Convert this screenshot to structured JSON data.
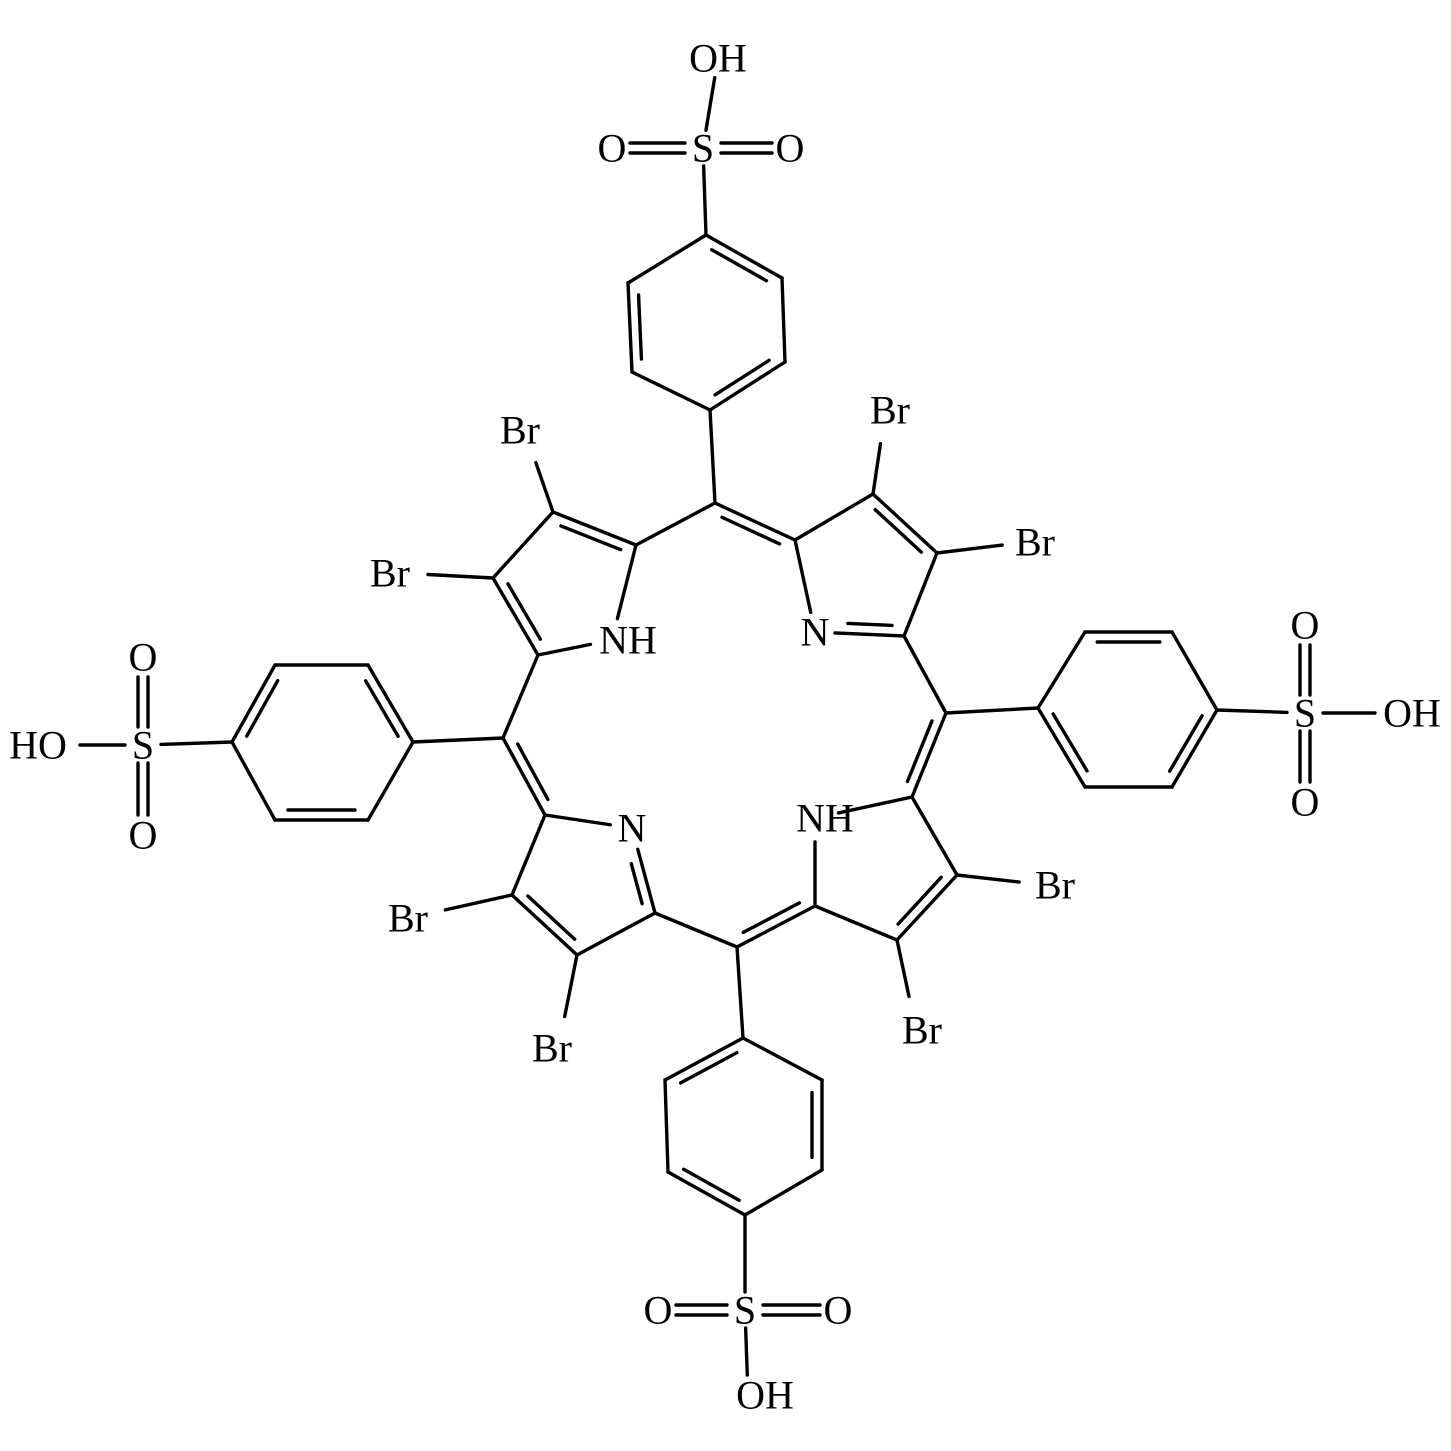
{
  "title": "5,10,15,20-tetrakis(4-sulfonatophenyl)-octabromoporphyrin structure",
  "labels": {
    "oh_top": "OH",
    "s_top": "S",
    "o_top_left": "O",
    "o_top_right": "O",
    "oh_right": "OH",
    "s_right": "S",
    "o_right_top": "O",
    "o_right_bottom": "O",
    "oh_bottom": "OH",
    "s_bottom": "S",
    "o_bottom_left": "O",
    "o_bottom_right": "O",
    "ho_left": "HO",
    "s_left": "S",
    "o_left_top": "O",
    "o_left_bottom": "O",
    "nh_upper_left": "NH",
    "n_upper_right": "N",
    "nh_lower_right": "NH",
    "n_lower_left": "N",
    "br1": "Br",
    "br2": "Br",
    "br3": "Br",
    "br4": "Br",
    "br5": "Br",
    "br6": "Br",
    "br7": "Br",
    "br8": "Br"
  }
}
